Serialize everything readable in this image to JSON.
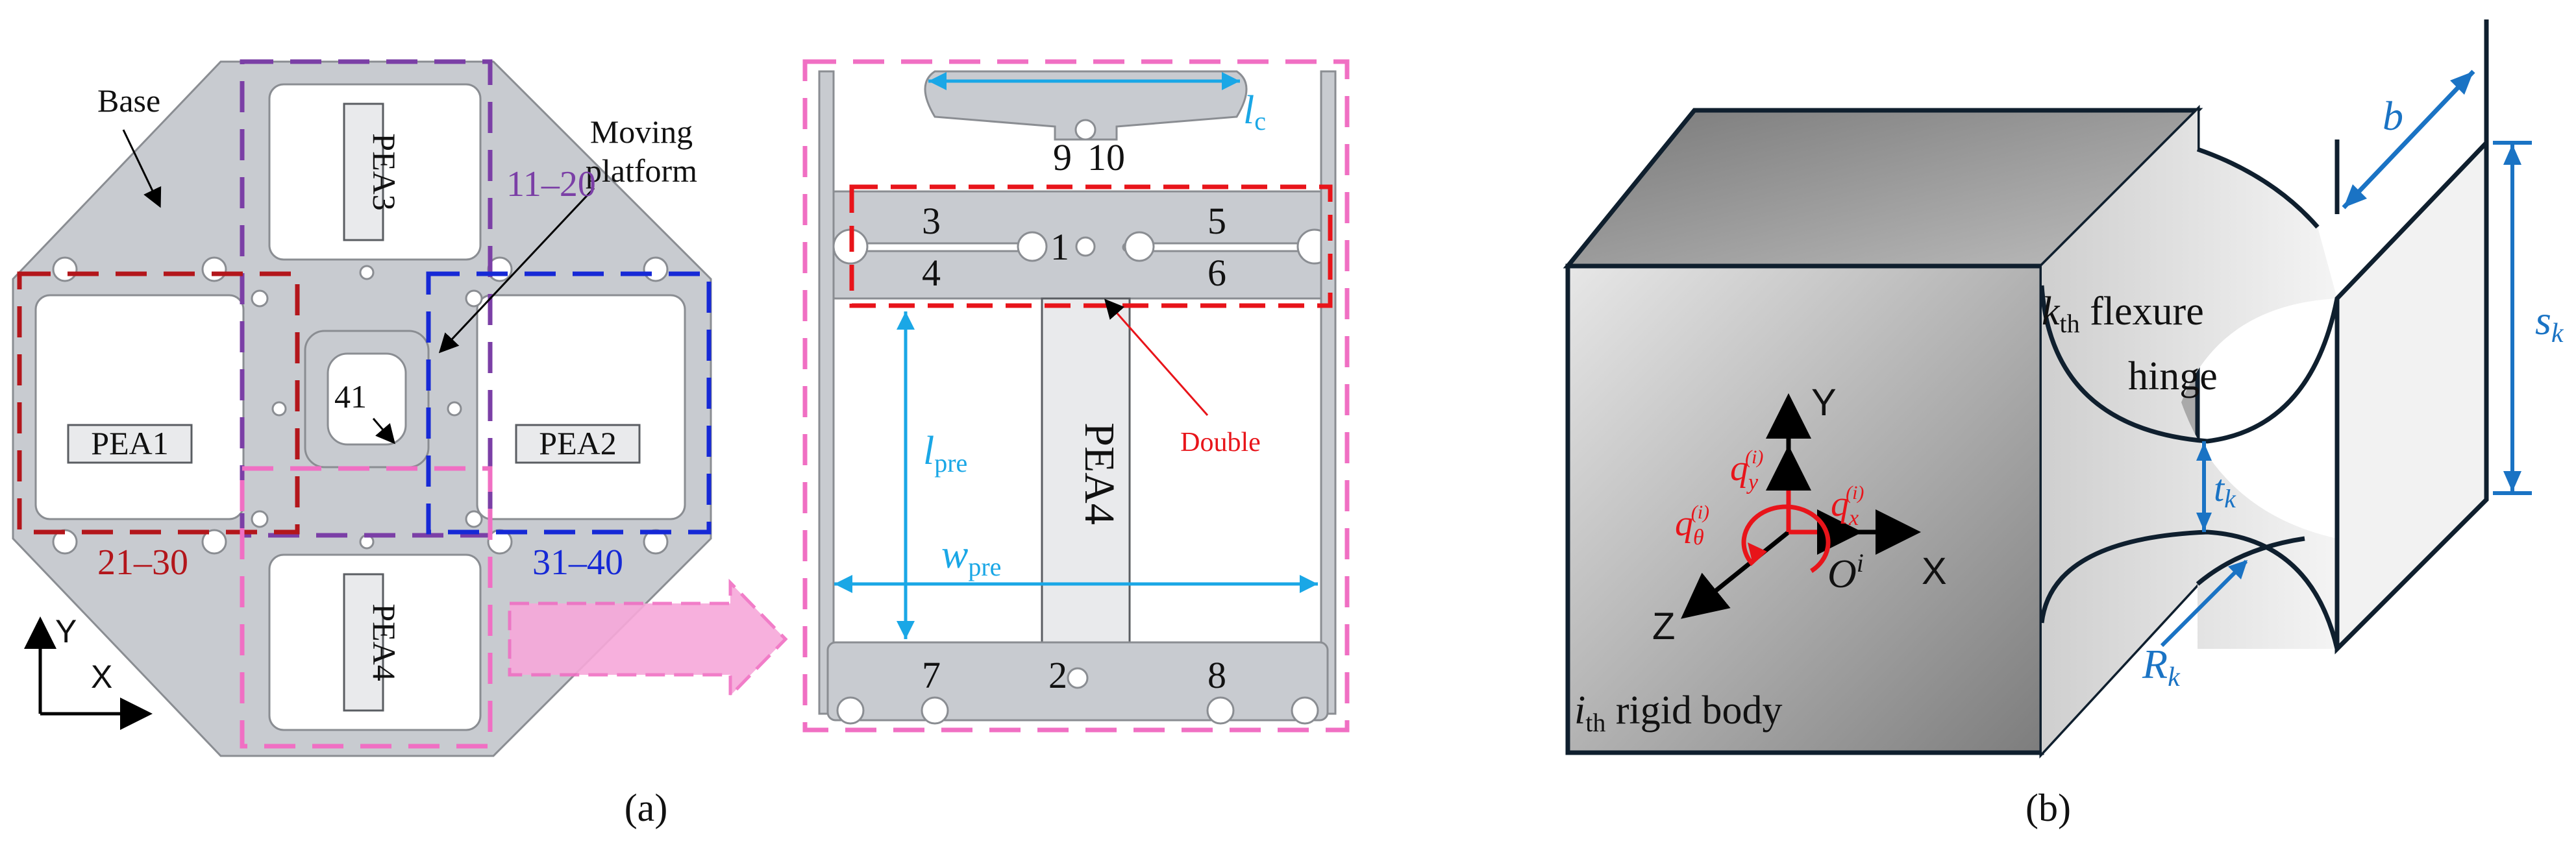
{
  "panel_a": {
    "caption": "(a)",
    "labels": {
      "base": "Base",
      "moving_platform_line1": "Moving",
      "moving_platform_line2": "platform",
      "pea1": "PEA1",
      "pea2": "PEA2",
      "pea3": "PEA3",
      "pea4": "PEA4",
      "center_hinge": "41",
      "range_top": "11–20",
      "range_left": "21–30",
      "range_right": "31–40",
      "axis_y": "Y",
      "axis_x": "X"
    },
    "detail": {
      "hinge_numbers": [
        "3",
        "4",
        "1",
        "5",
        "6",
        "9",
        "10",
        "7",
        "2",
        "8"
      ],
      "l_c": "l",
      "l_c_sub": "c",
      "l_pre": "l",
      "l_pre_sub": "pre",
      "w_pre": "w",
      "w_pre_sub": "pre",
      "pea4": "PEA4",
      "double_label": "Double"
    },
    "colors": {
      "purple": "#7b3fa6",
      "darkred": "#b3161b",
      "blue": "#1629d6",
      "pink": "#f06fc3",
      "cyan": "#1aa7e6",
      "red": "#e8141a"
    }
  },
  "panel_b": {
    "caption": "(b)",
    "labels": {
      "flexure_k": "k",
      "flexure_th": "th",
      "flexure_text": "flexure",
      "hinge": "hinge",
      "rigid_i": "i",
      "rigid_th": "th",
      "rigid_text": "rigid body",
      "b": "b",
      "s": "s",
      "s_sub": "k",
      "t": "t",
      "t_sub": "k",
      "R": "R",
      "R_sub": "k",
      "axis_y": "Y",
      "axis_x": "X",
      "axis_z": "Z",
      "origin": "O",
      "origin_sup": "i",
      "qy": "q",
      "qy_sub": "y",
      "qx": "q",
      "qx_sub": "x",
      "qtheta": "q",
      "qtheta_sub": "θ",
      "q_sup": "(i)"
    },
    "colors": {
      "dim_blue": "#1a73c4",
      "q_red": "#e8141a"
    }
  }
}
